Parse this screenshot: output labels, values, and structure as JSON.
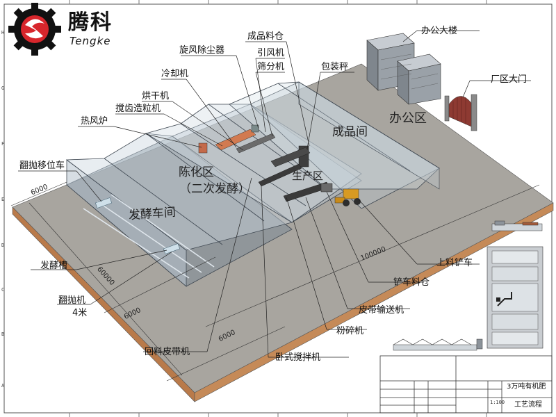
{
  "brand": {
    "name_cn": "腾科",
    "name_en": "Tengke"
  },
  "zones": {
    "fermentation_workshop": "发酵车间",
    "aging_zone_line1": "陈化区",
    "aging_zone_line2": "（二次发酵）",
    "production_zone": "生产区",
    "finished_goods": "成品间",
    "office_zone": "办公区"
  },
  "callouts": {
    "finished_silo": "成品料仓",
    "cyclone_dust": "旋风除尘器",
    "induced_fan": "引风机",
    "screening": "筛分机",
    "cooler": "冷却机",
    "packing_scale": "包装秤",
    "dryer": "烘干机",
    "granulator": "搅齿造粒机",
    "hot_air_stove": "热风炉",
    "turner_transfer": "翻抛移位车",
    "office_building": "办公大楼",
    "factory_gate": "厂区大门",
    "fermentation_tank": "发酵槽",
    "turner_line1": "翻抛机",
    "turner_line2": "4米",
    "loader": "上料铲车",
    "loader_bin": "铲车料仓",
    "belt_conveyor": "皮带输送机",
    "crusher": "粉碎机",
    "return_belt": "回料皮带机",
    "horizontal_mixer": "卧式搅拌机"
  },
  "dimensions": {
    "d_6000_top": "6000",
    "d_60000": "60000",
    "d_100000": "100000",
    "d_6000_mid": "6000",
    "d_6000_bottom": "6000"
  },
  "title_block": {
    "project_title": "3万吨有机肥",
    "drawing_name": "工艺流程",
    "scale": "1:100"
  },
  "border_marks": {
    "rows": [
      "H",
      "G",
      "F",
      "E",
      "D",
      "C",
      "B",
      "A"
    ]
  },
  "colors": {
    "brand_red": "#d7262c",
    "ground_top": "#a8a59f",
    "ground_side": "#b97a4a",
    "glass_roof": "#a9b9c6",
    "building_gray": "#8c939a"
  }
}
